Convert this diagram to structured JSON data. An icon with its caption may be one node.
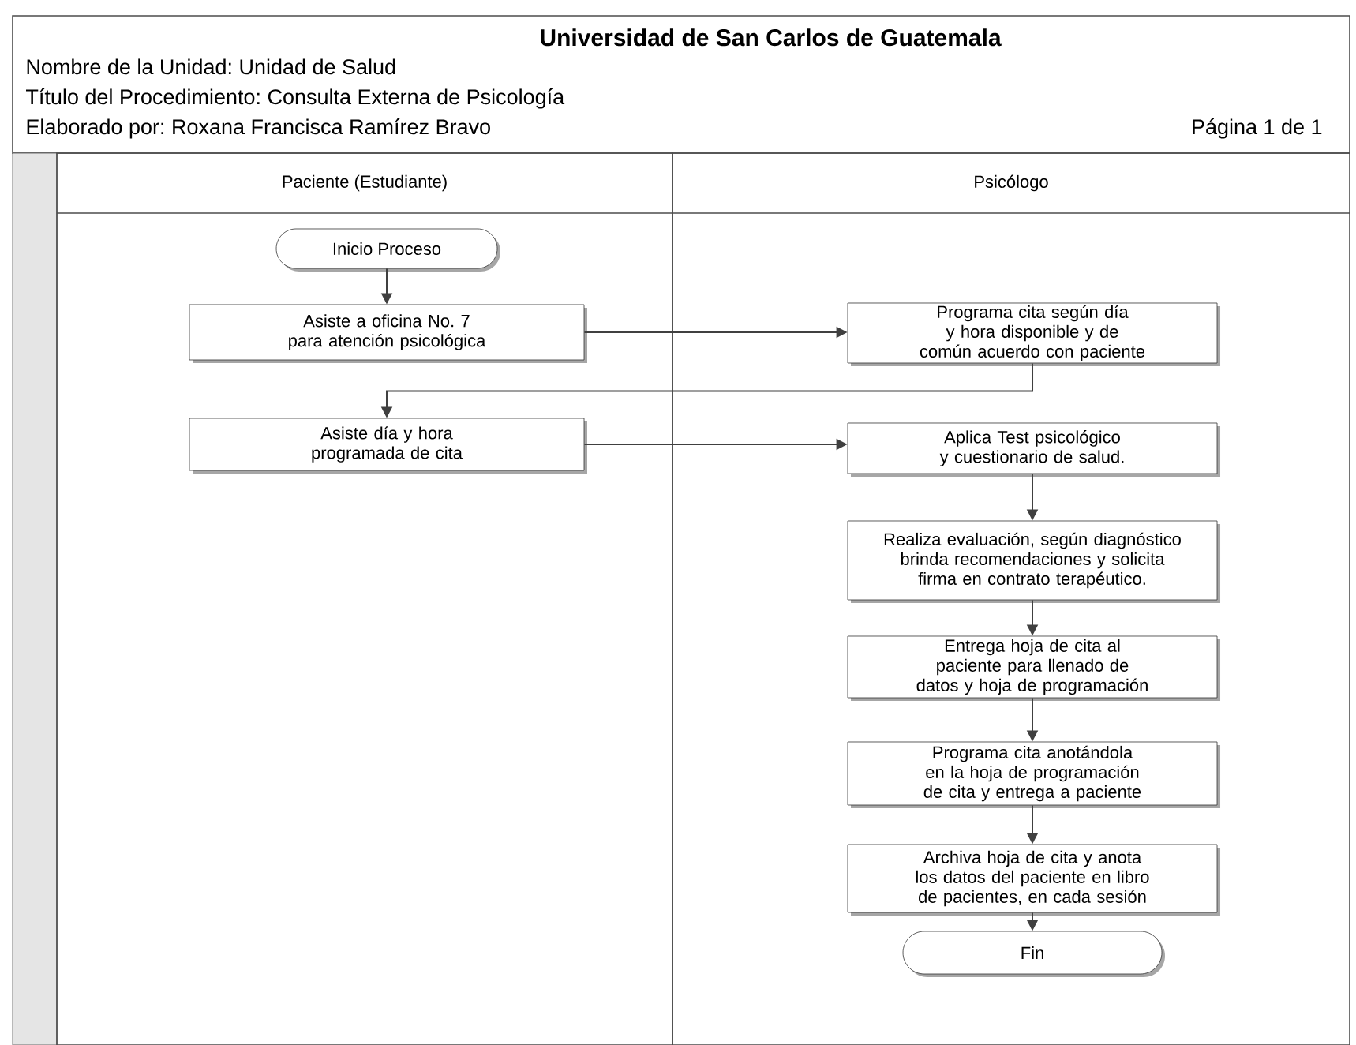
{
  "diagram": {
    "title": "Universidad de San Carlos de Guatemala",
    "nodes": [
      {
        "text": [
          "Paciente (Estudiante)"
        ]
      },
      {
        "text": [
          "Inicio Proceso"
        ],
        "in": 0
      },
      {
        "text": [
          "Asiste a oficina No. 7 para atención psicológica"
        ],
        "in": 0
      },
      {
        "text": [
          "Asiste día y hora programada de cita"
        ],
        "in": 0
      },
      {
        "text": [
          "Psicólogo"
        ]
      },
      {
        "text": [
          "Programa cita según día y hora disponible y de común acuerdo con paciente"
        ],
        "in": 4
      },
      {
        "text": [
          "Aplica Test psicológico y cuestionario de salud."
        ],
        "in": 4
      },
      {
        "text": [
          "Realiza evaluación, según diagnóstico brinda recomendaciones y solicita firma en contrato terapéutico."
        ],
        "in": 4
      },
      {
        "text": [
          "Entrega hoja de cita al paciente para llenado de datos y hoja de programación"
        ],
        "in": 4
      },
      {
        "text": [
          "Programa cita anotándola en la hoja de programación de cita y entrega a paciente"
        ],
        "in": 4
      },
      {
        "text": [
          "Archiva hoja de cita y anota los datos del paciente en libro de pacientes, en cada sesión"
        ],
        "in": 4
      },
      {
        "text": [
          "Fin"
        ],
        "in": 4
      }
    ],
    "edges": [
      {
        "from": 1,
        "to": 2,
        "arrow": "to"
      },
      {
        "from": 2,
        "to": 5,
        "arrow": "to"
      },
      {
        "from": 5,
        "to": 3,
        "arrow": "to"
      },
      {
        "from": 3,
        "to": 6,
        "arrow": "to"
      },
      {
        "from": 6,
        "to": 7,
        "arrow": "to"
      },
      {
        "from": 7,
        "to": 8,
        "arrow": "to"
      },
      {
        "from": 8,
        "to": 9,
        "arrow": "to"
      },
      {
        "from": 9,
        "to": 10,
        "arrow": "to"
      },
      {
        "from": 10,
        "to": 11,
        "arrow": "to"
      }
    ],
    "labels": [
      "Nombre de la Unidad: Unidad de Salud",
      "Título del Procedimiento: Consulta Externa de Psicología",
      "Elaborado por: Roxana Francisca Ramírez Bravo",
      "Página 1 de 1"
    ]
  }
}
